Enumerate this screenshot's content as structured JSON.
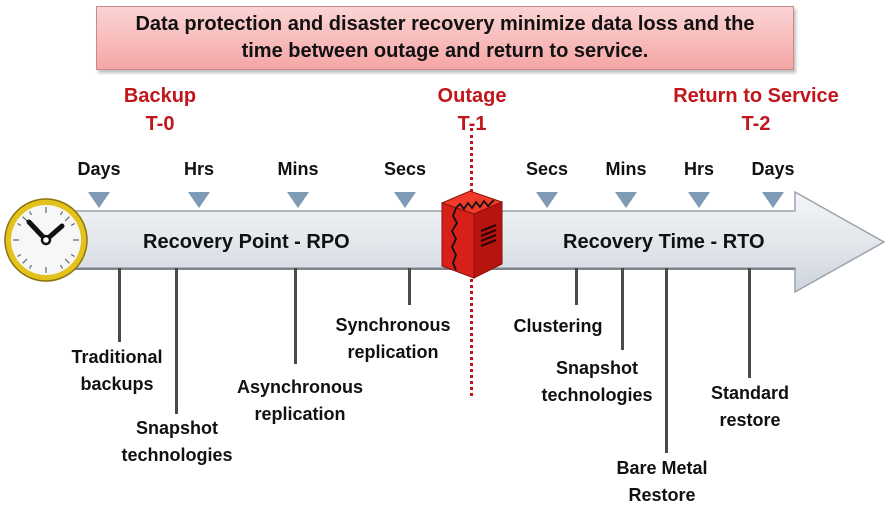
{
  "banner": {
    "line1": "Data protection and disaster recovery minimize data loss and the",
    "line2": "time between outage and return to service."
  },
  "milestones": {
    "backup": {
      "label": "Backup",
      "code": "T-0"
    },
    "outage": {
      "label": "Outage",
      "code": "T-1"
    },
    "return": {
      "label": "Return to Service",
      "code": "T-2"
    }
  },
  "rpo": {
    "title": "Recovery Point - RPO",
    "ticks": [
      "Days",
      "Hrs",
      "Mins",
      "Secs"
    ],
    "items": [
      {
        "line1": "Traditional",
        "line2": "backups"
      },
      {
        "line1": "Snapshot",
        "line2": "technologies"
      },
      {
        "line1": "Asynchronous",
        "line2": "replication"
      },
      {
        "line1": "Synchronous",
        "line2": "replication"
      }
    ]
  },
  "rto": {
    "title": "Recovery Time - RTO",
    "ticks": [
      "Secs",
      "Mins",
      "Hrs",
      "Days"
    ],
    "items": [
      {
        "line1": "Clustering",
        "line2": ""
      },
      {
        "line1": "Snapshot",
        "line2": "technologies"
      },
      {
        "line1": "Bare Metal",
        "line2": "Restore"
      },
      {
        "line1": "Standard",
        "line2": "restore"
      }
    ]
  },
  "icons": {
    "start": "clock-icon",
    "outage": "broken-server-icon"
  },
  "colors": {
    "accent_red": "#c0161c",
    "marker_blue": "#7f9ab4",
    "banner_pink": "#f5a6a6"
  }
}
